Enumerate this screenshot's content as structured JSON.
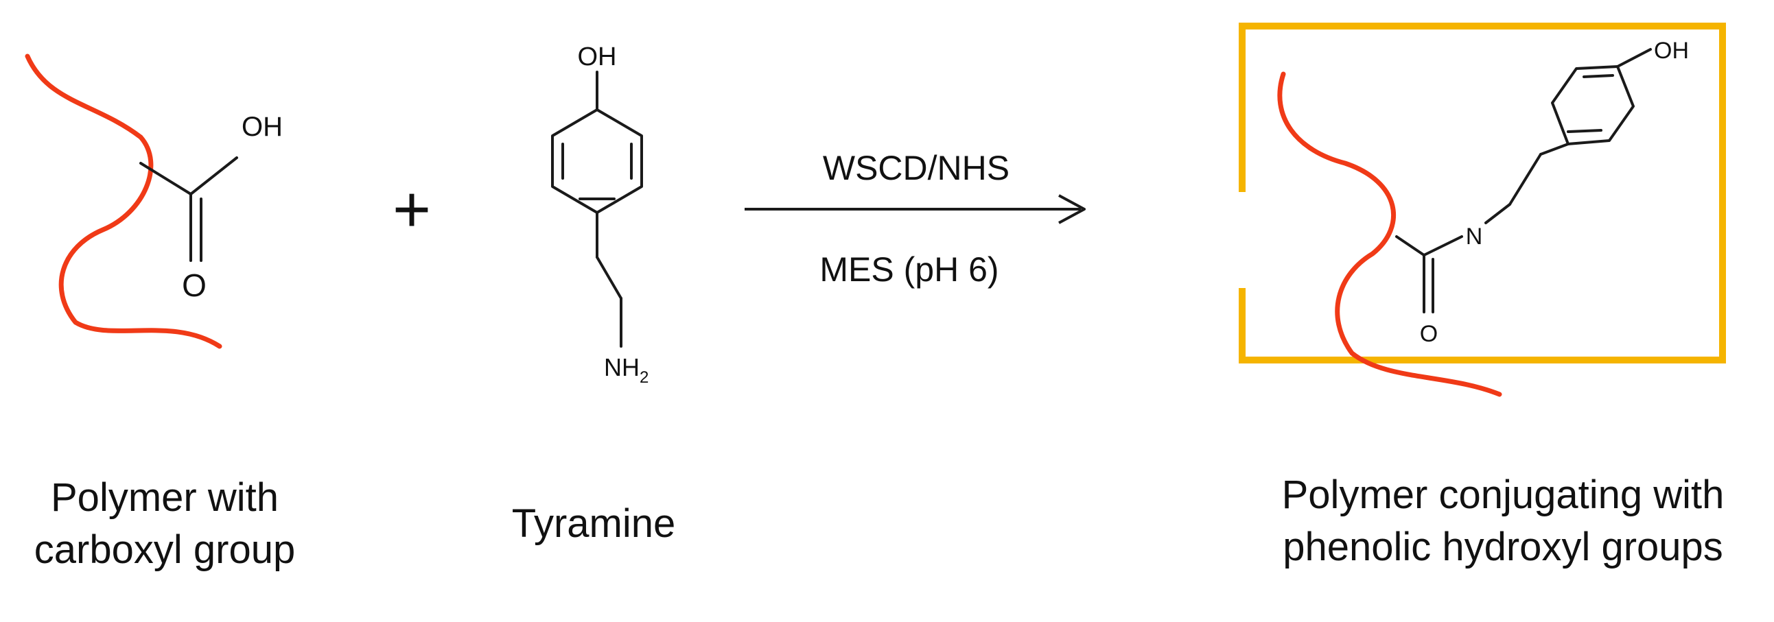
{
  "reactant_polymer": {
    "caption_line1": "Polymer with",
    "caption_line2": "carboxyl group",
    "oh_label": "OH",
    "o_label": "O"
  },
  "plus_sign": "+",
  "tyramine": {
    "caption": "Tyramine",
    "oh_label": "OH",
    "nh2_label": "NH",
    "nh2_subscript": "2"
  },
  "reaction": {
    "reagent_above": "WSCD/NHS",
    "condition_below": "MES (pH 6)"
  },
  "product": {
    "caption_line1": "Polymer conjugating with",
    "caption_line2": "phenolic hydroxyl groups",
    "oh_label": "OH",
    "n_label": "N",
    "o_label": "O"
  },
  "colors": {
    "polymer_chain": "#f03a17",
    "highlight_box": "#f5b400",
    "bond": "#1a1a1a"
  }
}
